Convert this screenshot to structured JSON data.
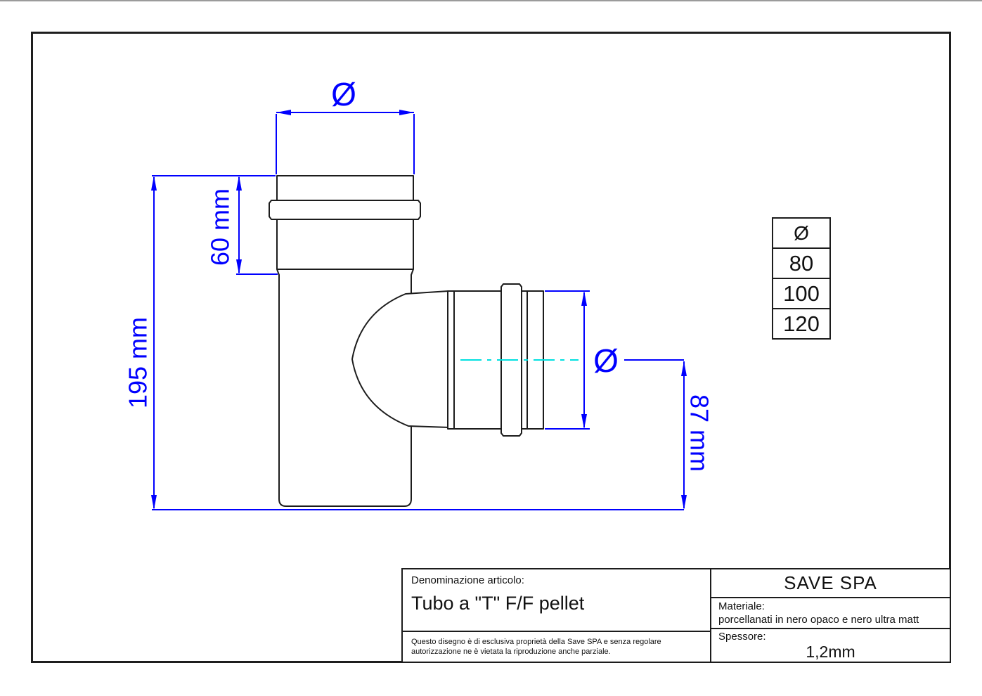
{
  "drawing": {
    "dimensions": {
      "top_diameter": "Ø",
      "vertical_socket_length": "60 mm",
      "total_length": "195 mm",
      "branch_diameter": "Ø",
      "branch_axis_height": "87 mm"
    },
    "colors": {
      "dimension_blue": "#0000ff",
      "centerline_cyan": "#00e0e0",
      "part_line": "#1c1c1c"
    }
  },
  "size_table": {
    "header": "Ø",
    "rows": [
      "80",
      "100",
      "120"
    ]
  },
  "title_block": {
    "denomination_label": "Denominazione articolo:",
    "article_name": "Tubo a \"T\" F/F pellet",
    "disclaimer": "Questo disegno è di esclusiva proprietà della Save SPA e senza regolare autorizzazione ne è vietata la riproduzione anche parziale.",
    "company": "SAVE SPA",
    "material_label": "Materiale:",
    "material_value": "porcellanati in nero opaco e nero ultra matt",
    "thickness_label": "Spessore:",
    "thickness_value": "1,2mm"
  }
}
